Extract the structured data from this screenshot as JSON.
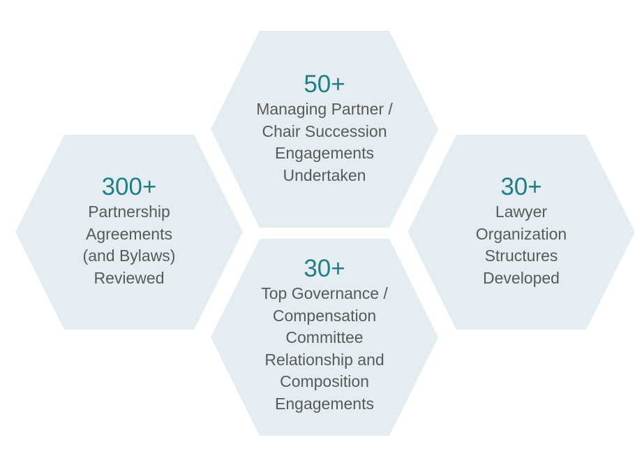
{
  "colors": {
    "hexagon_fill": "#e4eef2",
    "number_color": "#237d82",
    "text_color": "#595959"
  },
  "hexagons": [
    {
      "id": "top",
      "number": "50+",
      "lines": [
        "Managing Partner /",
        "Chair Succession",
        "Engagements",
        "Undertaken"
      ]
    },
    {
      "id": "left",
      "number": "300+",
      "lines": [
        "Partnership",
        "Agreements",
        "(and Bylaws)",
        "Reviewed"
      ]
    },
    {
      "id": "right",
      "number": "30+",
      "lines": [
        "Lawyer",
        "Organization",
        "Structures",
        "Developed"
      ]
    },
    {
      "id": "bottom",
      "number": "30+",
      "lines": [
        "Top Governance /",
        "Compensation",
        "Committee",
        "Relationship and",
        "Composition",
        "Engagements"
      ]
    }
  ]
}
